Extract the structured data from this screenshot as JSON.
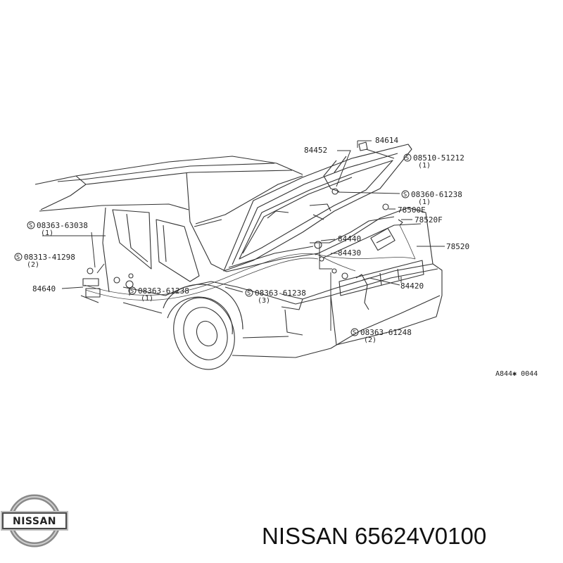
{
  "diagram": {
    "reference": "A844✱ 0044",
    "screw_symbol": "S",
    "callouts": [
      {
        "id": "84614",
        "text": "84614",
        "qty": ""
      },
      {
        "id": "84452",
        "text": "84452",
        "qty": ""
      },
      {
        "id": "08510-51212",
        "text": "08510-51212",
        "qty": "(1)"
      },
      {
        "id": "08360-61238",
        "text": "08360-61238",
        "qty": "(1)"
      },
      {
        "id": "78500E",
        "text": "78500E",
        "qty": ""
      },
      {
        "id": "78520F",
        "text": "78520F",
        "qty": ""
      },
      {
        "id": "78520",
        "text": "78520",
        "qty": ""
      },
      {
        "id": "84440",
        "text": "84440",
        "qty": ""
      },
      {
        "id": "84430",
        "text": "84430",
        "qty": ""
      },
      {
        "id": "84420",
        "text": "84420",
        "qty": ""
      },
      {
        "id": "08363-63038",
        "text": "08363-63038",
        "qty": "(1)"
      },
      {
        "id": "08313-41298",
        "text": "08313-41298",
        "qty": "(2)"
      },
      {
        "id": "84640",
        "text": "84640",
        "qty": ""
      },
      {
        "id": "08363-61238a",
        "text": "08363-61238",
        "qty": "(1)"
      },
      {
        "id": "08363-61238b",
        "text": "08363-61238",
        "qty": "(3)"
      },
      {
        "id": "08363-61248",
        "text": "08363-61248",
        "qty": "(2)"
      }
    ]
  },
  "footer": {
    "brand_logo_text": "NISSAN",
    "caption": "NISSAN 65624V0100"
  }
}
